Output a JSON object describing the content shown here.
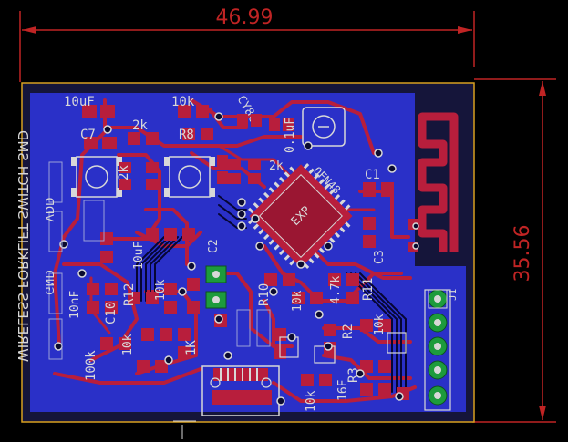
{
  "dimensions": {
    "width": "46.99",
    "height": "35.56"
  },
  "silkscreen": {
    "c_left_value": "10uF",
    "c7": "C7",
    "r_top_value": "10k",
    "r8": "R8",
    "r_2k_a": "2k",
    "r_2k_b": "2k",
    "r_2k_c": "2k",
    "cy_label": "CY8C",
    "c_top_value": "0.1uF",
    "qfn_name": "QFN48",
    "exp_label": "EXP",
    "c1": "C1",
    "c2": "C2",
    "c3": "C3",
    "r10": "R10",
    "r11": "R11",
    "r_4k7": "4.7k",
    "r2": "R2",
    "r3": "R3",
    "r_10k_b": "10k",
    "r_10k_c": "10k",
    "r_100k": "100k",
    "r_10k_d": "10k",
    "r_1k": "1K",
    "r12": "R12",
    "c10": "C10",
    "c_10nf": "10nF",
    "r_10k_e": "10k",
    "c_10uf_b": "10uF",
    "r_10k_f": "10k",
    "c_16f": "16F",
    "j_label": "J1",
    "back_title": "WIRELESS FORKLIFT SWITCH SMD",
    "gnd": "GND",
    "vdd": "VDD"
  },
  "colors": {
    "board_fill": "#2a30c8",
    "copper_top": "#b81e3c",
    "outline": "#d8a020",
    "dimension": "#c02424",
    "via_ring": "#1d9b3c"
  }
}
